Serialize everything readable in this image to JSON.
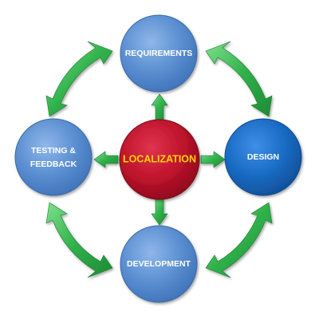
{
  "diagram": {
    "center": {
      "label": "LOCALIZATION",
      "fill": "#c0142c",
      "text_color": "#ffd500"
    },
    "nodes": {
      "requirements": {
        "label": "REQUIREMENTS"
      },
      "design": {
        "label": "DESIGN"
      },
      "development": {
        "label": "DEVELOPMENT"
      },
      "testing": {
        "label_line1": "TESTING &",
        "label_line2": "FEEDBACK"
      }
    },
    "colors": {
      "node_fill": "#5b8fd1",
      "design_fill": "#1a6cc4",
      "arrow_green": "#2fb14a"
    }
  }
}
